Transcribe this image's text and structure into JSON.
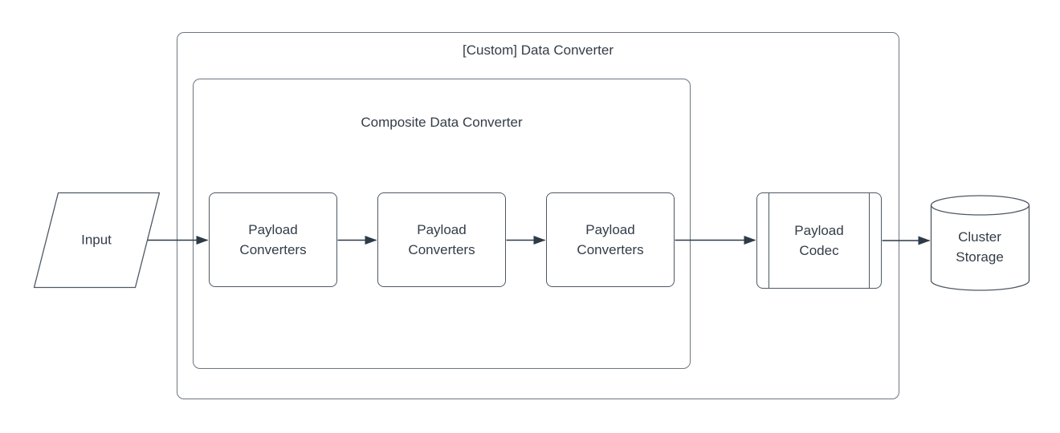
{
  "diagram": {
    "outer_container": {
      "label": "[Custom] Data Converter"
    },
    "inner_container": {
      "label": "Composite Data Converter"
    },
    "input": {
      "label": "Input",
      "shape": "parallelogram"
    },
    "payload_converters": [
      {
        "label": "Payload\nConverters"
      },
      {
        "label": "Payload\nConverters"
      },
      {
        "label": "Payload\nConverters"
      }
    ],
    "payload_codec": {
      "label": "Payload\nCodec",
      "shape": "predefined-process"
    },
    "storage": {
      "label": "Cluster\nStorage",
      "shape": "cylinder"
    },
    "flow": [
      "Input -> Payload Converters (1)",
      "Payload Converters (1) -> Payload Converters (2)",
      "Payload Converters (2) -> Payload Converters (3)",
      "Payload Converters (3) -> Payload Codec",
      "Payload Codec -> Cluster Storage"
    ],
    "colors": {
      "background": "#ffffff",
      "container_stroke": "#6e767e",
      "shape_stroke": "#4f5862",
      "arrow_color": "#2d3a48",
      "text_color": "#333c47"
    }
  }
}
